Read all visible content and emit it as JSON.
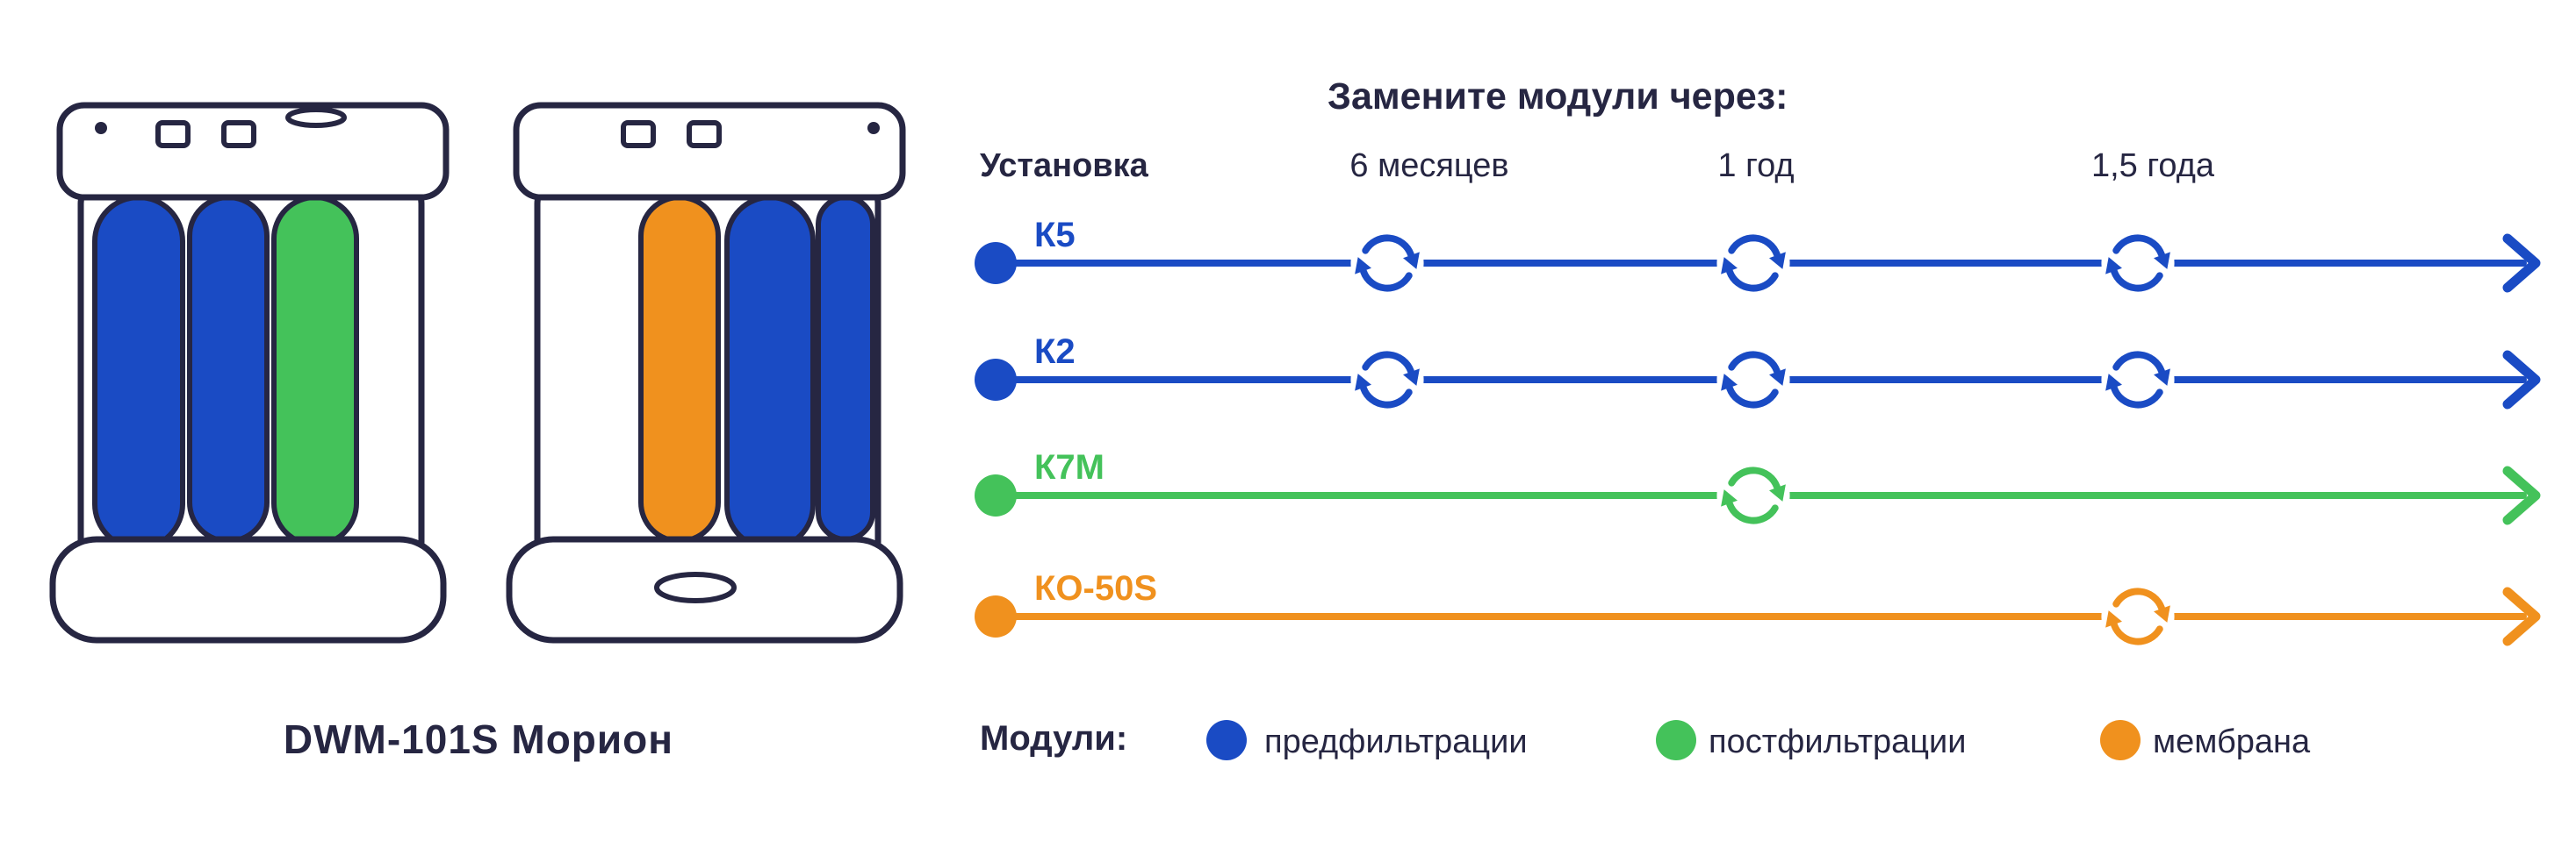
{
  "colors": {
    "blue": "#1a4bc4",
    "green": "#44c25a",
    "orange": "#f0911e",
    "ink": "#262642"
  },
  "illustration": {
    "caption": "DWM-101S Морион"
  },
  "timeline": {
    "title": "Замените модули через:",
    "install_label": "Установка",
    "milestones": [
      "6 месяцев",
      "1 год",
      "1,5 года"
    ],
    "rows": [
      {
        "label": "К5",
        "color": "blue",
        "replacements": [
          true,
          true,
          true
        ]
      },
      {
        "label": "К2",
        "color": "blue",
        "replacements": [
          true,
          true,
          true
        ]
      },
      {
        "label": "К7М",
        "color": "green",
        "replacements": [
          false,
          true,
          false
        ]
      },
      {
        "label": "КО-50S",
        "color": "orange",
        "replacements": [
          false,
          false,
          true
        ]
      }
    ]
  },
  "legend": {
    "title": "Модули:",
    "items": [
      {
        "label": "предфильтрации",
        "color": "blue"
      },
      {
        "label": "постфильтрации",
        "color": "green"
      },
      {
        "label": "мембрана",
        "color": "orange"
      }
    ]
  }
}
